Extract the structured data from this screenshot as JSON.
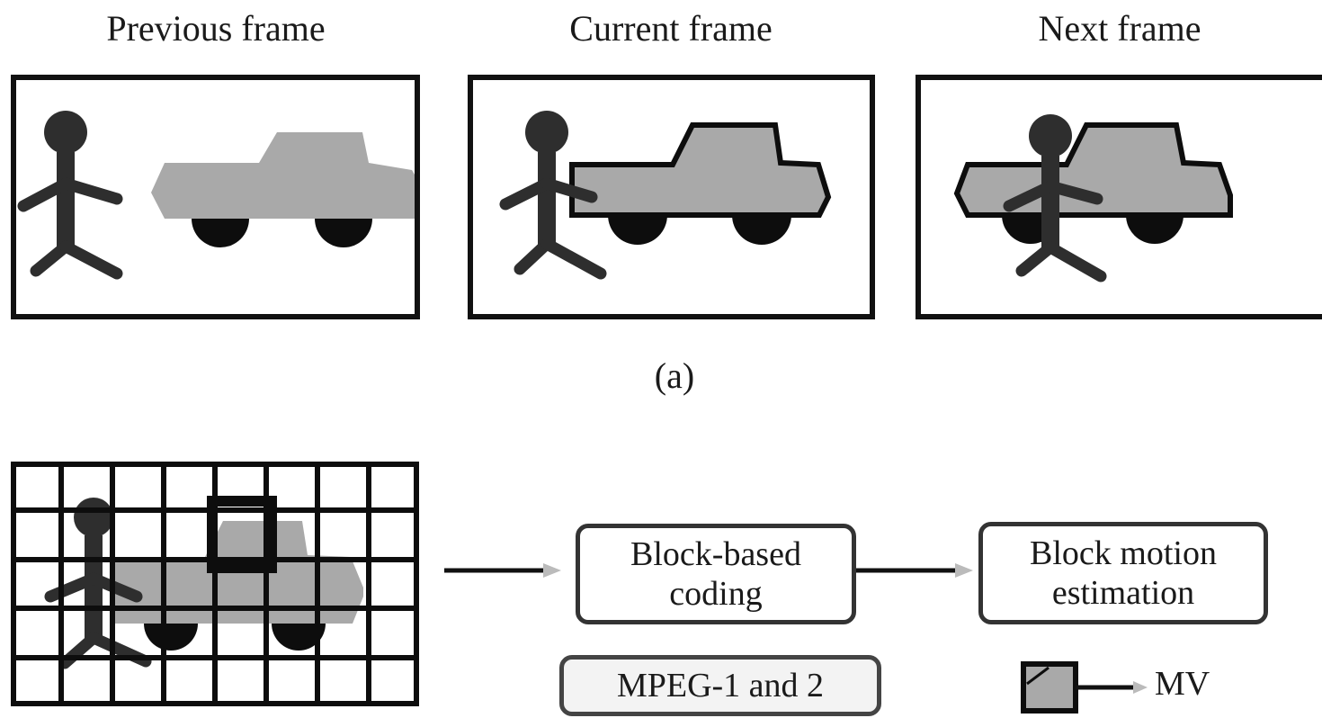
{
  "frames": [
    {
      "title": "Previous frame"
    },
    {
      "title": "Current frame"
    },
    {
      "title": "Next frame"
    }
  ],
  "caption_a": "(a)",
  "flow": {
    "box1": "Block-based coding",
    "box2": "Block motion estimation",
    "mpeg_label": "MPEG-1 and 2",
    "mv_label": "MV"
  },
  "colors": {
    "figure": "#2e2e2e",
    "car_body": "#a9a9a9",
    "wheels": "#0d0d0d",
    "border": "#111111"
  }
}
